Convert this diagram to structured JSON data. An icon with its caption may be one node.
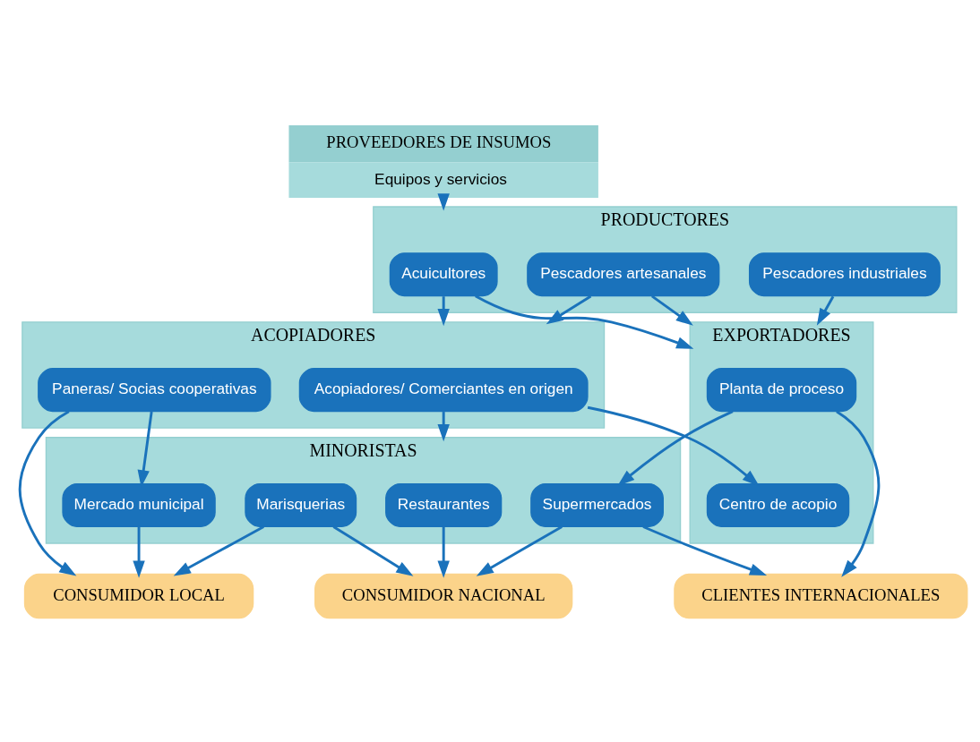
{
  "diagram": {
    "nodes": [
      {
        "text": [
          "PROVEEDORES DE INSUMOS",
          "Equipos y servicios"
        ]
      },
      {
        "text": [
          "PRODUCTORES"
        ]
      },
      {
        "text": [
          "Pescadores artesanales"
        ],
        "in": 1
      },
      {
        "text": [
          "Acuicultores"
        ],
        "in": 1
      },
      {
        "text": [
          "Pescadores industriales"
        ],
        "in": 1
      },
      {
        "text": [
          "ACOPIADORES"
        ]
      },
      {
        "text": [
          "Paneras/ Socias cooperativas"
        ],
        "in": 5
      },
      {
        "text": [
          "Acopiadores/ Comerciantes en origen"
        ],
        "in": 5
      },
      {
        "text": [
          "EXPORTADORES"
        ]
      },
      {
        "text": [
          "Centro de acopio"
        ],
        "in": 8
      },
      {
        "text": [
          "Planta de proceso"
        ],
        "in": 8
      },
      {
        "text": [
          "MINORISTAS"
        ]
      },
      {
        "text": [
          "Mercado municipal"
        ],
        "in": 11
      },
      {
        "text": [
          "Marisquerias"
        ],
        "in": 11
      },
      {
        "text": [
          "Restaurantes"
        ],
        "in": 11
      },
      {
        "text": [
          "Supermercados"
        ],
        "in": 11
      },
      {
        "text": [
          "CONSUMIDOR LOCAL"
        ]
      },
      {
        "text": [
          "CONSUMIDOR NACIONAL"
        ]
      },
      {
        "text": [
          "CLIENTES INTERNACIONALES"
        ]
      }
    ],
    "edges": [
      {
        "from": 0,
        "to": 1,
        "arrow": "to"
      },
      {
        "from": 2,
        "to": 5,
        "arrow": "to"
      },
      {
        "from": 2,
        "to": 8,
        "arrow": "to"
      },
      {
        "from": 3,
        "to": 5,
        "arrow": "to"
      },
      {
        "from": 3,
        "to": 8,
        "arrow": "to"
      },
      {
        "from": 4,
        "to": 8,
        "arrow": "to"
      },
      {
        "from": 7,
        "to": 9,
        "arrow": "to"
      },
      {
        "from": 6,
        "to": 12,
        "arrow": "to"
      },
      {
        "from": 6,
        "to": 16,
        "arrow": "to"
      },
      {
        "from": 7,
        "to": 11,
        "arrow": "to"
      },
      {
        "from": 10,
        "to": 15,
        "arrow": "to"
      },
      {
        "from": 10,
        "to": 18,
        "arrow": "to"
      },
      {
        "from": 12,
        "to": 16,
        "arrow": "to"
      },
      {
        "from": 13,
        "to": 16,
        "arrow": "to"
      },
      {
        "from": 13,
        "to": 17,
        "arrow": "to"
      },
      {
        "from": 14,
        "to": 17,
        "arrow": "to"
      },
      {
        "from": 15,
        "to": 17,
        "arrow": "to"
      },
      {
        "from": 15,
        "to": 18,
        "arrow": "to"
      }
    ]
  }
}
